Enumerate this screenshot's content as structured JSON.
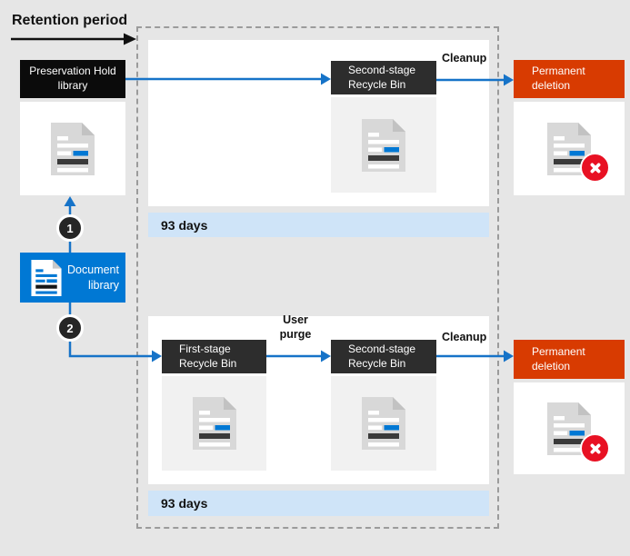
{
  "header": {
    "title": "Retention period"
  },
  "colors": {
    "background": "#e6e6e6",
    "blue": "#0078d4",
    "arrow": "#1673c8",
    "dark_box": "#2d2d2d",
    "black_box": "#0b0b0b",
    "red_box": "#d83b01",
    "red_badge": "#e81123",
    "light_blue": "#cfe4f8",
    "panel_gray": "#f1f1f1",
    "doc_gray": "#d8d8d8",
    "dashed_border": "#9b9b9b"
  },
  "left": {
    "preservation_hold_label": "Preservation Hold library",
    "document_library_label": "Document library",
    "step_1": "1",
    "step_2": "2"
  },
  "top_flow": {
    "second_stage_label": "Second-stage Recycle Bin",
    "cleanup_label": "Cleanup",
    "permanent_deletion_label": "Permanent deletion",
    "duration_label": "93 days"
  },
  "bottom_flow": {
    "first_stage_label": "First-stage Recycle Bin",
    "user_purge_label": "User purge",
    "second_stage_label": "Second-stage Recycle Bin",
    "cleanup_label": "Cleanup",
    "permanent_deletion_label": "Permanent deletion",
    "duration_label": "93 days"
  }
}
